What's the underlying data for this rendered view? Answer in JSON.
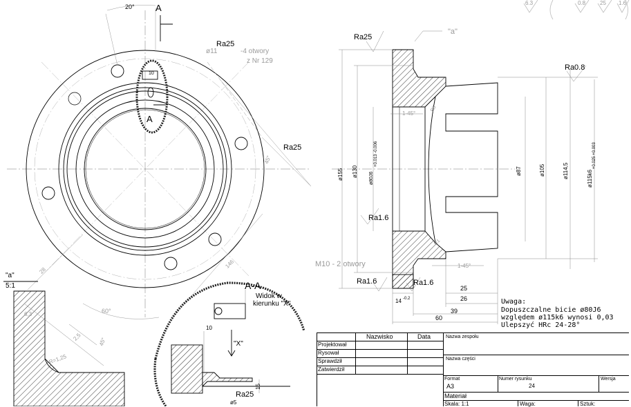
{
  "surface_symbols": {
    "top_right": [
      "6.3",
      "0.8",
      "25",
      "1.6"
    ],
    "ra25_a": "Ra25",
    "ra25_b": "Ra25",
    "ra25_c": "Ra25",
    "ra25_d": "Ra25",
    "ra08": "Ra0.8",
    "ra16_a": "Ra1.6",
    "ra16_b": "Ra1.6",
    "ra16_c": "Ra1.6",
    "ref_a": "\"a\"",
    "ref_a_small": "\"a\"",
    "ref_51": "5:1"
  },
  "front_view": {
    "angle_20": "20°",
    "section_a_top": "A",
    "section_a_bottom": "A",
    "hole_note_1": "ø11",
    "hole_note_2": "-4 otwory",
    "hole_note_3": "z Nr 129",
    "angle_45": "45°",
    "angle_60": "60°",
    "dim_146": "146",
    "dim_28": "28",
    "thread_note": "M10 - 2 otwory",
    "dim_10": "10"
  },
  "section_view": {
    "chamfer_top": "1-45°",
    "chamfer_bottom": "1-45°",
    "r15": "R5",
    "r1": "R1",
    "dia_155": "ø155",
    "dia_130": "ø130",
    "dia_80": "ø80J6",
    "dia_80_tol": "+0.013 -0.006",
    "dia_87": "ø87",
    "dia_105": "ø105",
    "dia_114": "ø114,5",
    "dia_115": "ø115k6",
    "dia_115_tol": "+0.025 +0.003",
    "dim_14": "14",
    "dim_14_tol": "-0.2",
    "dim_25": "25",
    "dim_26": "26",
    "dim_39": "39",
    "dim_60": "60"
  },
  "notes": {
    "title": "Uwaga:",
    "line1": "Dopuszczalne bicie ø80J6",
    "line2": "względem ø115k6 wynosi 0,03",
    "line3": "Ulepszyć HRc 24-28°"
  },
  "detail_view": {
    "section_label": "A-A",
    "view_note_1": "Widok w",
    "view_note_2": "kierunku \"X\"",
    "arrow_x": "\"X\"",
    "dim_10": "10",
    "dim_15": "15",
    "dim_5": "ø5",
    "ra25": "Ra25"
  },
  "enlargement": {
    "dim_63": "6,3",
    "r_125": "R=1,25",
    "dim_25": "2,5",
    "angle_45": "45°"
  },
  "title_block": {
    "col_name": "Nazwisko",
    "col_date": "Data",
    "rows": [
      "Projektował",
      "Rysował",
      "Sprawdził",
      "Zatwierdził"
    ],
    "team_name": "Nazwa zespołu",
    "part_name": "Nazwa części",
    "format_label": "Format",
    "format_value": "A3",
    "drawing_no_label": "Numer rysunku",
    "drawing_no_value": "24",
    "version_label": "Wersja",
    "material_label": "Materiał",
    "scale_label": "Skala: 1:1",
    "mass_label": "Waga:",
    "qty_label": "Sztuk:"
  }
}
